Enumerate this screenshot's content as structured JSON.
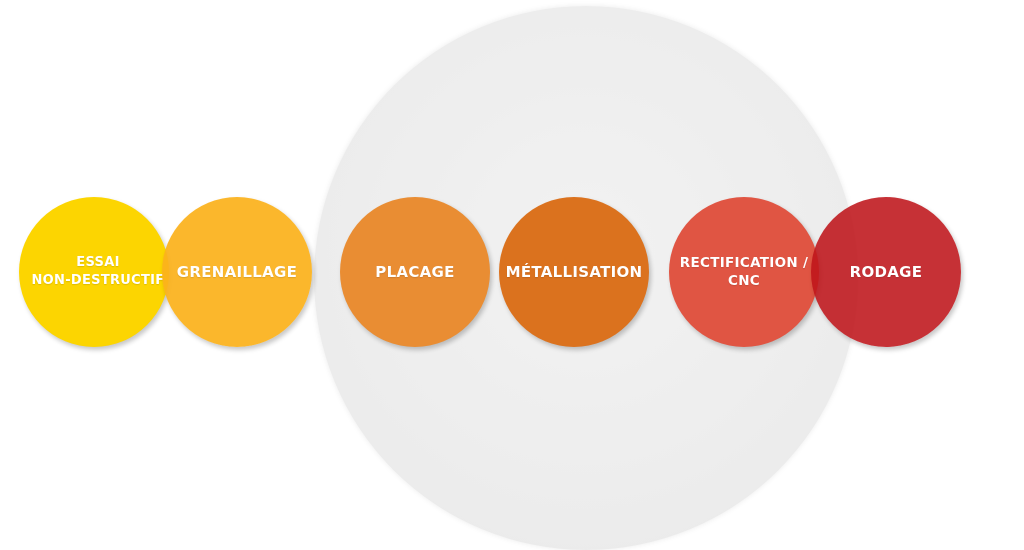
{
  "process": {
    "steps": [
      {
        "label": "ESSAI\nNON-DESTRUCTIF",
        "color": "#fcd501"
      },
      {
        "label": "GRENAILLAGE",
        "color": "#fbb21c"
      },
      {
        "label": "PLACAGE",
        "color": "#e98d33"
      },
      {
        "label": "MÉTALLISATION",
        "color": "#db721e"
      },
      {
        "label": "RECTIFICATION /\nCNC",
        "color": "#e05543"
      },
      {
        "label": "RODAGE",
        "color": "#be141a"
      }
    ],
    "backdrop_color": "#ececec"
  }
}
